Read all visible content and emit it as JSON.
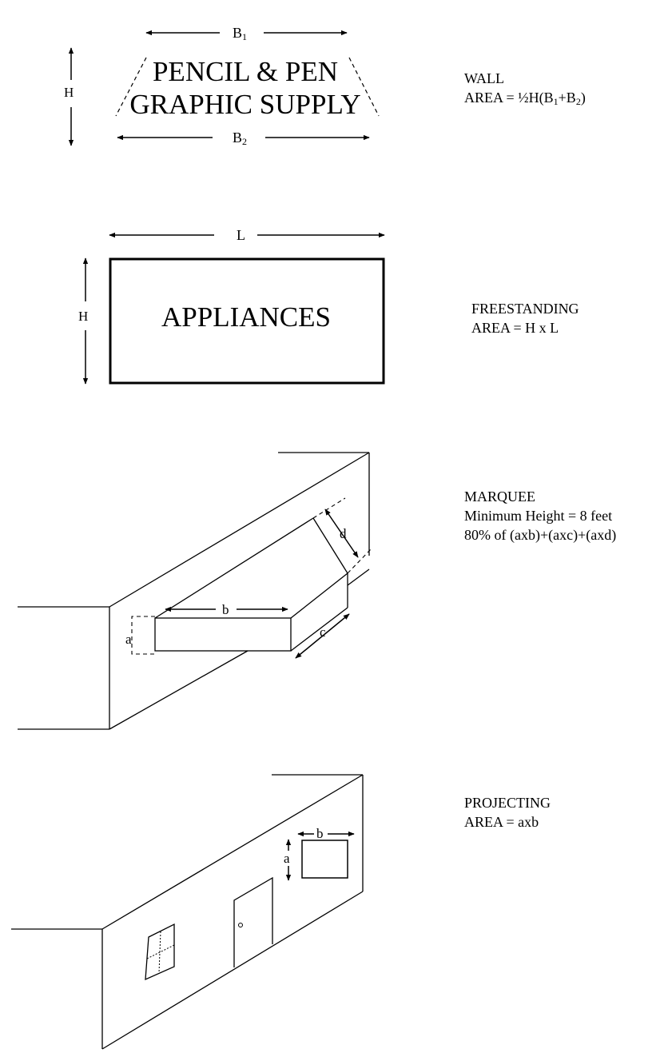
{
  "wall": {
    "sign_line1": "PENCIL & PEN",
    "sign_line2": "GRAPHIC SUPPLY",
    "dim_h": "H",
    "dim_b1": "B",
    "dim_b1_sub": "1",
    "dim_b2": "B",
    "dim_b2_sub": "2",
    "title": "WALL",
    "formula_prefix": "AREA = ½H(B",
    "formula_sub1": "1",
    "formula_mid": "+B",
    "formula_sub2": "2",
    "formula_suffix": ")"
  },
  "freestanding": {
    "sign_text": "APPLIANCES",
    "dim_l": "L",
    "dim_h": "H",
    "title": "FREESTANDING",
    "formula": "AREA = H x L"
  },
  "marquee": {
    "dim_a": "a",
    "dim_b": "b",
    "dim_c": "c",
    "dim_d": "d",
    "title": "MARQUEE",
    "line2": "Minimum Height = 8 feet",
    "line3": "80% of (axb)+(axc)+(axd)"
  },
  "projecting": {
    "dim_a": "a",
    "dim_b": "b",
    "title": "PROJECTING",
    "formula": "AREA = axb"
  }
}
